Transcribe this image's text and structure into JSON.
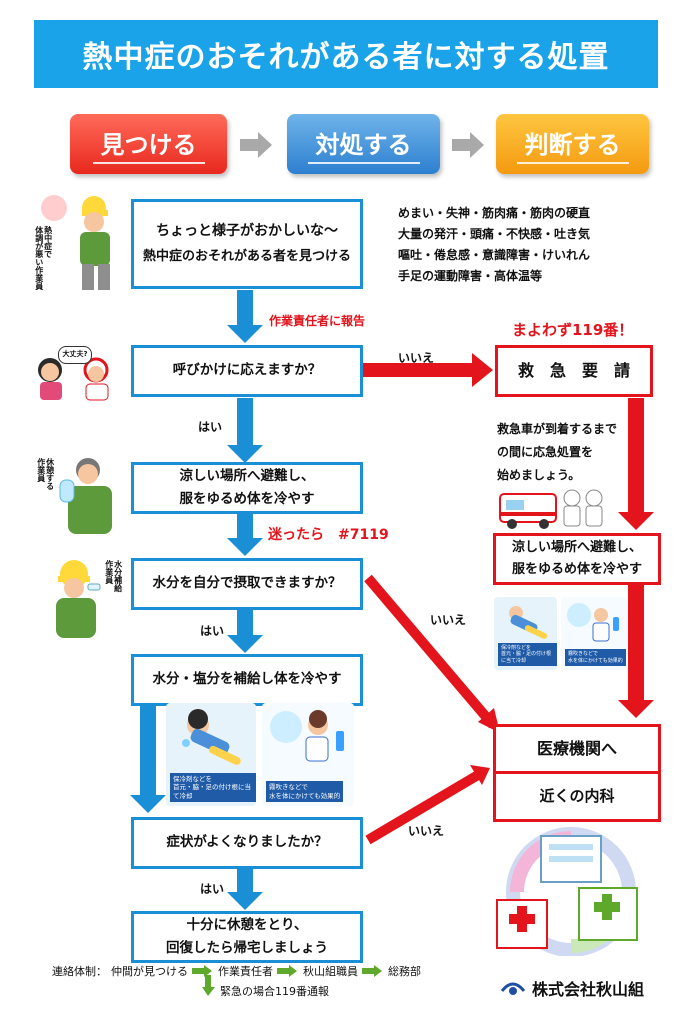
{
  "title": "熱中症のおそれがある者に対する処置",
  "steps": [
    "見つける",
    "対処する",
    "判断する"
  ],
  "flow": {
    "box1": {
      "line1": "ちょっと様子がおかしいな～",
      "line2": "熱中症のおそれがある者を見つける"
    },
    "report_label": "作業責任者に報告",
    "box2": "呼びかけに応えますか？",
    "box3": {
      "line1": "涼しい場所へ避難し、",
      "line2": "服をゆるめ体を冷やす"
    },
    "hotline": "迷ったら　#7119",
    "box4": "水分を自分で摂取できますか？",
    "box5": "水分・塩分を補給し体を冷やす",
    "box6": "症状がよくなりましたか？",
    "box7": {
      "line1": "十分に休憩をとり、",
      "line2": "回復したら帰宅しましょう"
    },
    "yes": "はい",
    "no": "いいえ"
  },
  "symptoms": [
    "めまい・失神・筋肉痛・筋肉の硬直",
    "大量の発汗・頭痛・不快感・吐き気",
    "嘔吐・倦怠感・意識障害・けいれん",
    "手足の運動障害・高体温等"
  ],
  "emergency": {
    "headline": "まよわず119番！",
    "box": "救　急　要　請",
    "note": [
      "救急車が到着するまで",
      "の間に応急処置を",
      "始めましょう。"
    ],
    "cool_box": {
      "line1": "涼しい場所へ避難し、",
      "line2": "服をゆるめ体を冷やす"
    }
  },
  "medical": {
    "line1": "医療機関へ",
    "line2": "近くの内科"
  },
  "illustration_labels": {
    "worker1": [
      "熱中症で",
      "体調が悪い作業員"
    ],
    "bubble": "大丈夫?",
    "worker3": [
      "休憩する",
      "作業員"
    ],
    "worker4": [
      "水分補給",
      "作業員"
    ],
    "pic1": [
      "保冷剤などを",
      "首元・脇・足の付け根に当て冷却"
    ],
    "pic2": [
      "霧吹きなどで",
      "水を体にかけても効果的"
    ],
    "pic3": [
      "保冷剤などを",
      "首元・脇・足の付け根に当て冷却"
    ],
    "pic4": [
      "霧吹きなどで",
      "水を体にかけても効果的"
    ]
  },
  "contact": {
    "label": "連絡体制：",
    "chain": [
      "仲間が見つける",
      "作業責任者",
      "秋山組職員",
      "総務部"
    ],
    "emergency": "緊急の場合119番通報"
  },
  "company": "株式会社秋山組",
  "colors": {
    "title_bg": "#1aa3e8",
    "blue_border": "#1b8fd6",
    "red": "#e3141c",
    "green_arrow": "#5ea82b"
  }
}
